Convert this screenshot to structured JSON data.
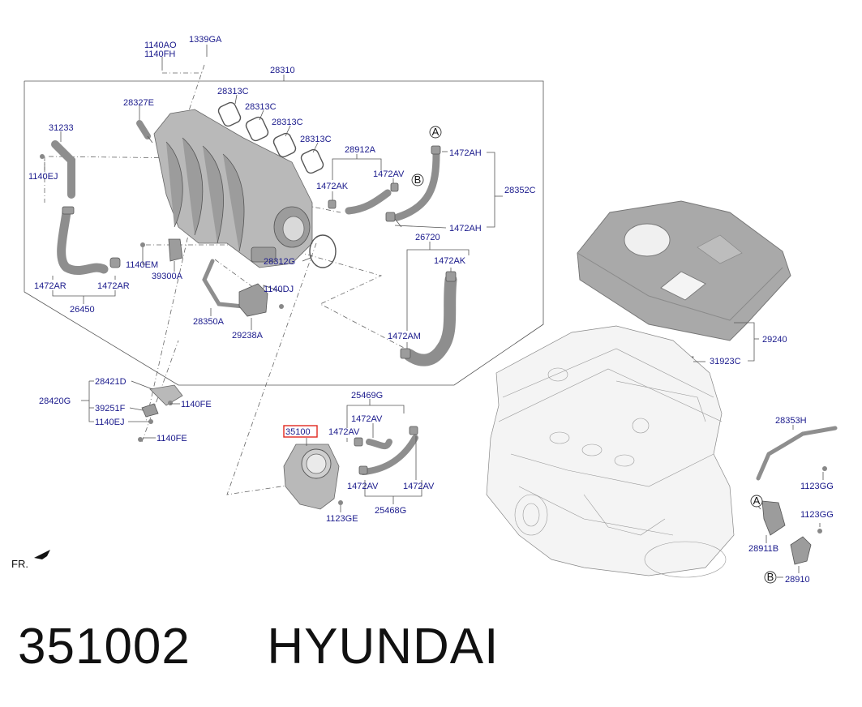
{
  "callouts": [
    {
      "id": "c-1140ao",
      "text": "1140AO"
    },
    {
      "id": "c-1140fh",
      "text": "1140FH"
    },
    {
      "id": "c-1339ga",
      "text": "1339GA"
    },
    {
      "id": "c-28310",
      "text": "28310"
    },
    {
      "id": "c-28313c-1",
      "text": "28313C"
    },
    {
      "id": "c-28313c-2",
      "text": "28313C"
    },
    {
      "id": "c-28313c-3",
      "text": "28313C"
    },
    {
      "id": "c-28313c-4",
      "text": "28313C"
    },
    {
      "id": "c-28327e",
      "text": "28327E"
    },
    {
      "id": "c-31233",
      "text": "31233"
    },
    {
      "id": "c-1140ej-1",
      "text": "1140EJ"
    },
    {
      "id": "c-28912a",
      "text": "28912A"
    },
    {
      "id": "c-1472av-1",
      "text": "1472AV"
    },
    {
      "id": "c-1472ak-1",
      "text": "1472AK"
    },
    {
      "id": "c-1472ah-1",
      "text": "1472AH"
    },
    {
      "id": "c-1472ah-2",
      "text": "1472AH"
    },
    {
      "id": "c-28352c",
      "text": "28352C"
    },
    {
      "id": "c-26720",
      "text": "26720"
    },
    {
      "id": "c-1472ak-2",
      "text": "1472AK"
    },
    {
      "id": "c-1472am",
      "text": "1472AM"
    },
    {
      "id": "c-1472ar-1",
      "text": "1472AR"
    },
    {
      "id": "c-1472ar-2",
      "text": "1472AR"
    },
    {
      "id": "c-26450",
      "text": "26450"
    },
    {
      "id": "c-1140em",
      "text": "1140EM"
    },
    {
      "id": "c-39300a",
      "text": "39300A"
    },
    {
      "id": "c-28312g",
      "text": "28312G"
    },
    {
      "id": "c-1140dj",
      "text": "1140DJ"
    },
    {
      "id": "c-28350a",
      "text": "28350A"
    },
    {
      "id": "c-29238a",
      "text": "29238A"
    },
    {
      "id": "c-29240",
      "text": "29240"
    },
    {
      "id": "c-31923c",
      "text": "31923C"
    },
    {
      "id": "c-28421d",
      "text": "28421D"
    },
    {
      "id": "c-28420g",
      "text": "28420G"
    },
    {
      "id": "c-39251f",
      "text": "39251F"
    },
    {
      "id": "c-1140fe-1",
      "text": "1140FE"
    },
    {
      "id": "c-1140ej-2",
      "text": "1140EJ"
    },
    {
      "id": "c-1140fe-2",
      "text": "1140FE"
    },
    {
      "id": "c-25469g",
      "text": "25469G"
    },
    {
      "id": "c-1472av-2",
      "text": "1472AV"
    },
    {
      "id": "c-1472av-3",
      "text": "1472AV"
    },
    {
      "id": "c-35100",
      "text": "35100"
    },
    {
      "id": "c-1472av-4",
      "text": "1472AV"
    },
    {
      "id": "c-1472av-5",
      "text": "1472AV"
    },
    {
      "id": "c-25468g",
      "text": "25468G"
    },
    {
      "id": "c-1123ge",
      "text": "1123GE"
    },
    {
      "id": "c-28353h",
      "text": "28353H"
    },
    {
      "id": "c-1123gg-1",
      "text": "1123GG"
    },
    {
      "id": "c-1123gg-2",
      "text": "1123GG"
    },
    {
      "id": "c-28911b",
      "text": "28911B"
    },
    {
      "id": "c-28910",
      "text": "28910"
    }
  ],
  "markers": {
    "a_top": "A",
    "b_top": "B",
    "a_bottom": "A",
    "b_bottom": "B"
  },
  "fr_label": "FR.",
  "footer": {
    "part_number": "351002",
    "brand": "HYUNDAI"
  },
  "colors": {
    "callout_text": "#1a1a8c",
    "highlight_box": "#e0281e",
    "footer_text": "#111111"
  }
}
